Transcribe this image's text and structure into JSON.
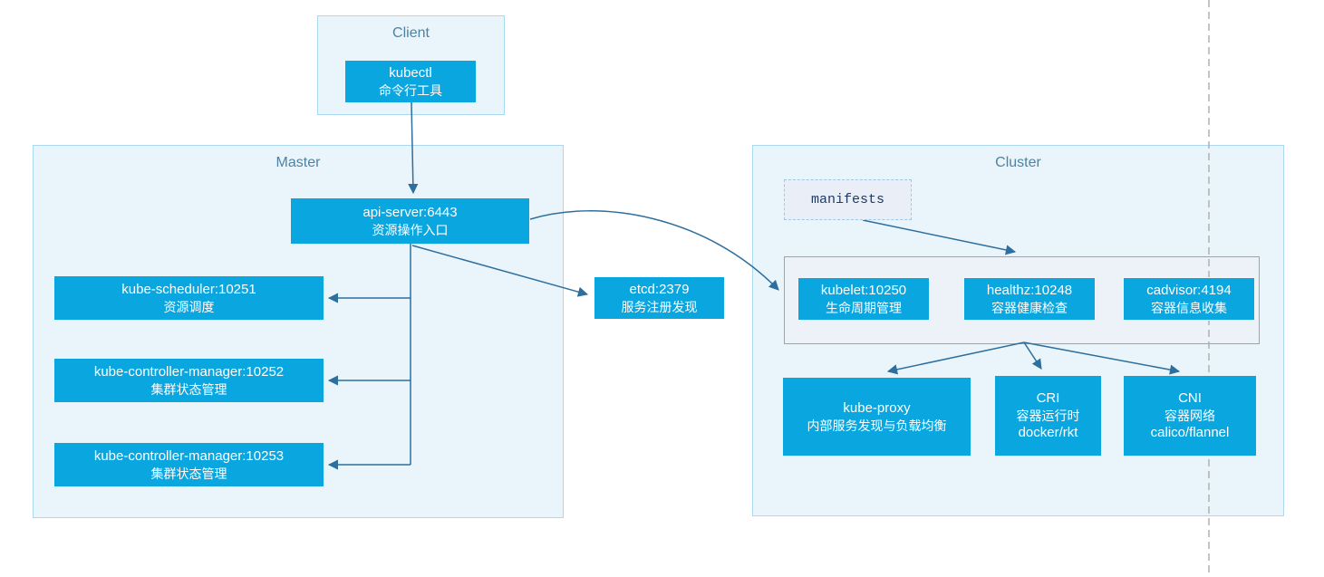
{
  "client": {
    "title": "Client",
    "kubectl": {
      "name": "kubectl",
      "desc": "命令行工具"
    }
  },
  "master": {
    "title": "Master",
    "api_server": {
      "name": "api-server:6443",
      "desc": "资源操作入口"
    },
    "kube_scheduler": {
      "name": "kube-scheduler:10251",
      "desc": "资源调度"
    },
    "kube_controller_manager_10252": {
      "name": "kube-controller-manager:10252",
      "desc": "集群状态管理"
    },
    "kube_controller_manager_10253": {
      "name": "kube-controller-manager:10253",
      "desc": "集群状态管理"
    }
  },
  "etcd": {
    "name": "etcd:2379",
    "desc": "服务注册发现"
  },
  "cluster": {
    "title": "Cluster",
    "manifests_label": "manifests",
    "kubelet": {
      "name": "kubelet:10250",
      "desc": "生命周期管理"
    },
    "healthz": {
      "name": "healthz:10248",
      "desc": "容器健康检查"
    },
    "cadvisor": {
      "name": "cadvisor:4194",
      "desc": "容器信息收集"
    },
    "kube_proxy": {
      "name": "kube-proxy",
      "desc": "内部服务发现与负载均衡"
    },
    "cri": {
      "name": "CRI",
      "desc": "容器运行时",
      "sub": "docker/rkt"
    },
    "cni": {
      "name": "CNI",
      "desc": "容器网络",
      "sub": "calico/flannel"
    }
  },
  "colors": {
    "node_fill": "#0aa6e0",
    "container_fill": "#e9f5fb",
    "container_border": "#a9d8ef",
    "group_fill": "#edf1f8",
    "group_border": "#8ea6c4",
    "arrow": "#2e6f9e",
    "title_text": "#4f82a2",
    "manifest_text": "#1f3b63",
    "pagebreak": "#b0b0b0"
  }
}
